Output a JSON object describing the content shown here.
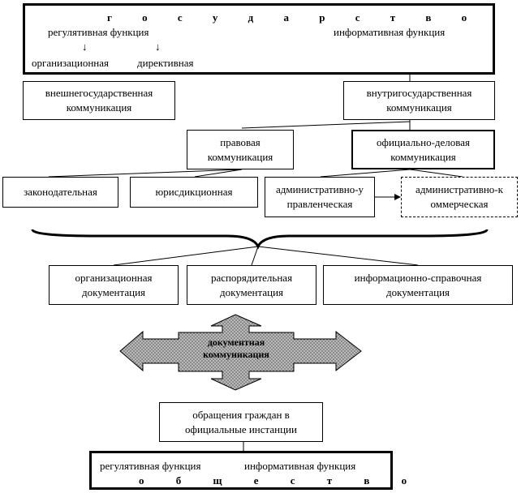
{
  "top": {
    "title": "г о с у д а р с т в о",
    "left_function": "регулятивная функция",
    "right_function": "информативная функция",
    "arrow_glyph": "↓",
    "sub_left": "организационная",
    "sub_right": "директивная"
  },
  "communication": {
    "external": "внешнегосударственная коммуникация",
    "internal": "внутригосударственная коммуникация",
    "legal": "правовая коммуникация",
    "official": "официально-деловая коммуникация"
  },
  "types": {
    "legislative": "законодательная",
    "jurisdictional": "юрисдикционная",
    "admin_managerial": "административно-управленческая",
    "admin_commercial": "административно-коммерческая"
  },
  "documentation": {
    "organizational": "организационная документация",
    "directive": "распорядительная документация",
    "info_reference": "информационно-справочная документация"
  },
  "center": {
    "label": "документная коммуникация",
    "fill_color": "#9a9a9a"
  },
  "appeals": "обращения граждан в официальные инстанции",
  "bottom": {
    "left_function": "регулятивная функция",
    "right_function": "информативная функция",
    "title": "о б щ е с т в о"
  }
}
